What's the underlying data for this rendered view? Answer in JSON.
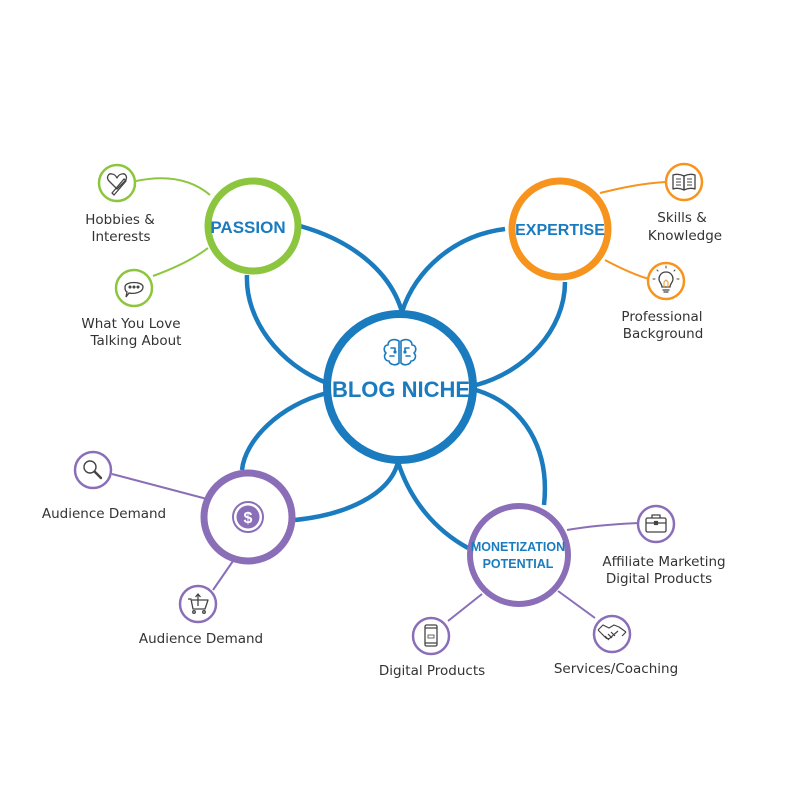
{
  "diagram": {
    "title": "Blog Niche",
    "colors": {
      "center": "#1a7bbf",
      "passion": "#8cc63f",
      "expertise": "#f7941d",
      "demand": "#8a6fb8",
      "monetization": "#8a6fb8",
      "label_text": "#1a7bbf",
      "leaf_text": "#333333",
      "background": "#ffffff"
    },
    "center": {
      "label": "BLOG NICHE",
      "icon": "brain-icon"
    },
    "nodes": [
      {
        "id": "passion",
        "label": "PASSION",
        "color": "#8cc63f",
        "leaves": [
          {
            "label_line1": "Hobbies &",
            "label_line2": "Interests",
            "icon": "heart-brush-icon"
          },
          {
            "label_line1": "What You Love",
            "label_line2": "Talking About",
            "icon": "speech-bubble-icon"
          }
        ]
      },
      {
        "id": "expertise",
        "label": "EXPERTISE",
        "color": "#f7941d",
        "leaves": [
          {
            "label_line1": "Skills &",
            "label_line2": "Knowledge",
            "icon": "open-book-icon"
          },
          {
            "label_line1": "Professional",
            "label_line2": "Background",
            "icon": "lightbulb-icon"
          }
        ]
      },
      {
        "id": "demand",
        "label": "",
        "icon": "dollar-coin-icon",
        "color": "#8a6fb8",
        "leaves": [
          {
            "label_line1": "Audience Demand",
            "icon": "magnifier-icon"
          },
          {
            "label_line1": "Audience Demand",
            "icon": "shopping-cart-icon"
          }
        ]
      },
      {
        "id": "monetization",
        "label_line1": "MONETIZATION",
        "label_line2": "POTENTIAL",
        "color": "#8a6fb8",
        "leaves": [
          {
            "label_line1": "Affiliate Marketing",
            "label_line2": "Digital Products",
            "icon": "briefcase-icon"
          },
          {
            "label_line1": "Digital Products",
            "icon": "tablet-icon"
          },
          {
            "label_line1": "Services/Coaching",
            "icon": "handshake-icon"
          }
        ]
      }
    ]
  }
}
